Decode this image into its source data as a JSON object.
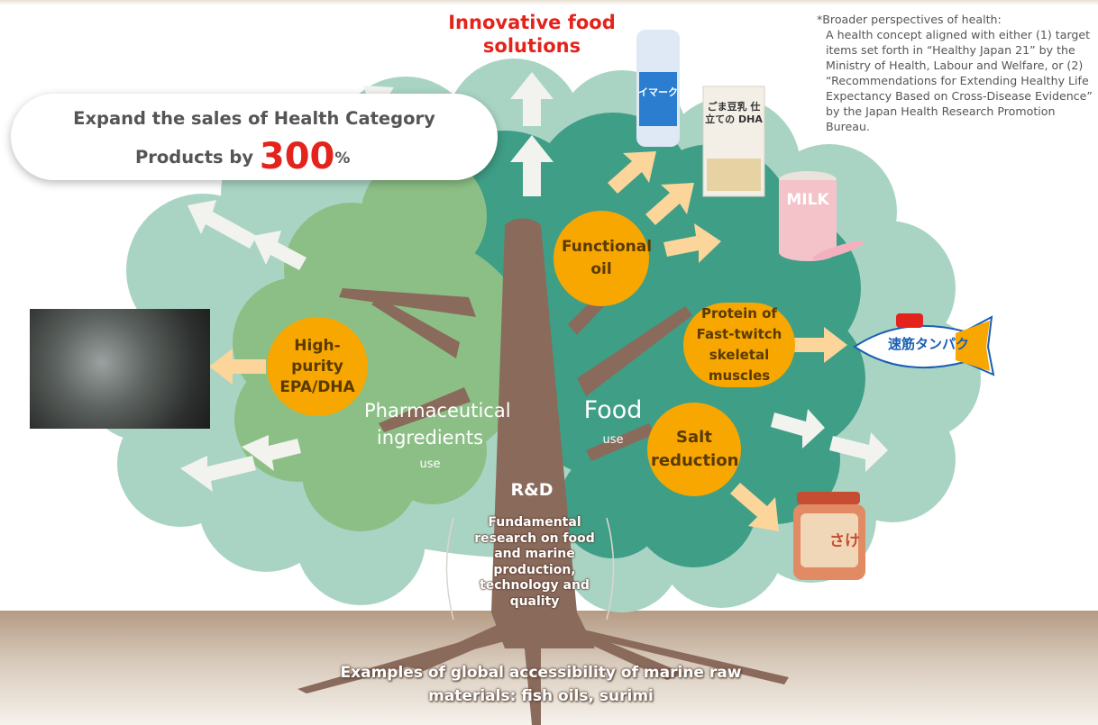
{
  "title": "Innovative food\nsolutions",
  "title_line1": "Innovative food",
  "title_line2": "solutions",
  "note": {
    "heading": "*Broader perspectives of health:",
    "body": "A health concept aligned with either (1) target items set forth in “Healthy Japan 21” by the Ministry of Health, Labour and Welfare, or (2) “Recommendations for Extending Healthy Life Expectancy Based on Cross-Disease Evidence” by the Japan Health Research Promotion Bureau."
  },
  "goal": {
    "line1": "Expand the sales of Health Category",
    "line2_prefix": "Products by ",
    "value": "300",
    "unit": "%"
  },
  "circles": {
    "functional_oil": "Functional oil",
    "protein": "Protein of Fast-twitch skeletal muscles",
    "high_purity": "High-purity EPA/DHA",
    "salt": "Salt reduction"
  },
  "uses": {
    "pharma": "Pharmaceutical ingredients",
    "pharma_sub": "use",
    "food": "Food",
    "food_sub": "use"
  },
  "rnd": {
    "title": "R&D",
    "desc": "Fundamental research on food and marine production, technology and quality"
  },
  "bottom": "Examples of global accessibility of marine raw materials: fish oils, surimi",
  "products": {
    "milk_label": "MILK",
    "tuna_label": "速筋タンパク",
    "can_label": "イマーク",
    "box_label": "ごま豆乳 仕立ての DHA",
    "jar_label": "さけ"
  },
  "colors": {
    "accent_red": "#e3231c",
    "circle_orange": "#f7a700",
    "canopy_light": "#a9d4c4",
    "canopy_mid": "#7cbba8",
    "canopy_dark": "#3f9e86",
    "canopy_green": "#8cbf86",
    "trunk": "#8a6a5b",
    "ground": "#b9a089"
  }
}
